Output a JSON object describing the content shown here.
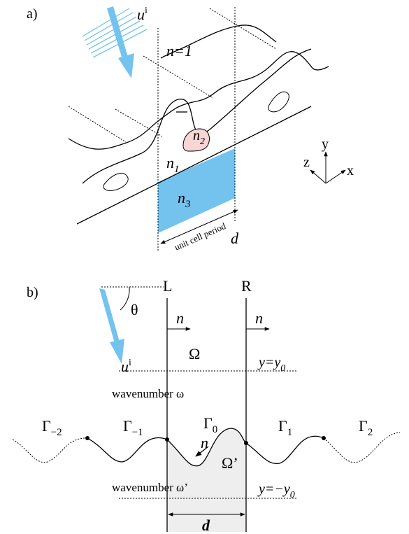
{
  "colors": {
    "blue": "#74c3ef",
    "pink": "#f7d6d4",
    "grey": "#eeeeee"
  },
  "panel_a": {
    "label": "a)",
    "incident_wave": "u",
    "incident_sup": "i",
    "n_outer": "n=1",
    "n1": {
      "base": "n",
      "sub": "1"
    },
    "n2": {
      "base": "n",
      "sub": "2"
    },
    "n3": {
      "base": "n",
      "sub": "3"
    },
    "axes": {
      "x": "x",
      "y": "y",
      "z": "z"
    },
    "period_label": "unit cell period",
    "period_symbol": "d"
  },
  "panel_b": {
    "label": "b)",
    "left_boundary": "L",
    "right_boundary": "R",
    "angle": "θ",
    "incident_wave": "u",
    "incident_sup": "i",
    "normal": "n",
    "omega": "Ω",
    "omega_prime": "Ω’",
    "y_top": {
      "main": "y=y",
      "sub": "0"
    },
    "y_bottom": {
      "main": "y=−y",
      "sub": "0"
    },
    "wavenumber_top": "wavenumber  ω",
    "wavenumber_bottom": "wavenumber  ω’",
    "gamma_symbol": "Γ",
    "gammas": [
      "−2",
      "−1",
      "0",
      "1",
      "2"
    ],
    "period_symbol": "d"
  }
}
